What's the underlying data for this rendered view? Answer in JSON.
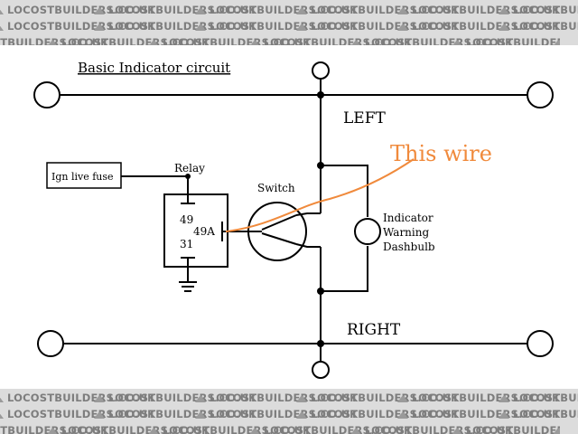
{
  "watermark": {
    "text": "LOCOSTBUILDERS.CO.UK"
  },
  "diagram": {
    "title": "Basic Indicator circuit",
    "left_label": "LEFT",
    "right_label": "RIGHT",
    "fuse_label": "Ign live fuse",
    "relay_label": "Relay",
    "relay_pin_49": "49",
    "relay_pin_49a": "49A",
    "relay_pin_31": "31",
    "switch_label": "Switch",
    "bulb_label_line1": "Indicator",
    "bulb_label_line2": "Warning",
    "bulb_label_line3": "Dashbulb",
    "annotation": "This wire",
    "annotation_color": "#f08a3c",
    "line_color": "#000000"
  }
}
